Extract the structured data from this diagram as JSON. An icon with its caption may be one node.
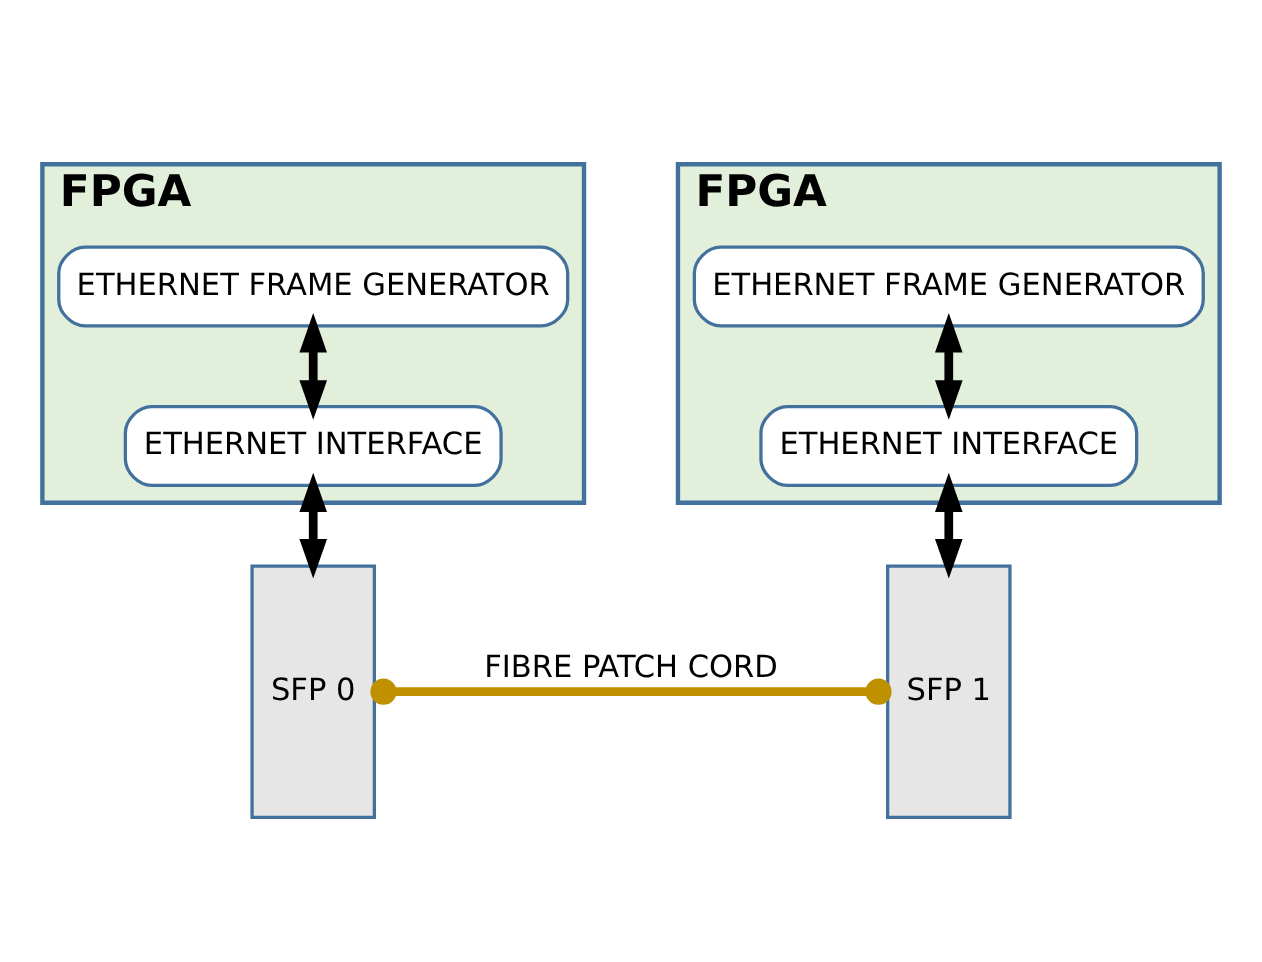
{
  "diagram": {
    "nodes": [
      {
        "text": [
          "FPGA"
        ]
      },
      {
        "text": [
          "ETHERNET FRAME GENERATOR"
        ],
        "in": 0
      },
      {
        "text": [
          "ETHERNET INTERFACE"
        ],
        "in": 0
      },
      {
        "text": [
          "FPGA"
        ]
      },
      {
        "text": [
          "ETHERNET FRAME GENERATOR"
        ],
        "in": 3
      },
      {
        "text": [
          "ETHERNET INTERFACE"
        ],
        "in": 3
      },
      {
        "text": [
          "SFP 0"
        ]
      },
      {
        "text": [
          "SFP 1"
        ]
      }
    ],
    "edges": [
      {
        "from": 1,
        "to": 2,
        "arrow": "both"
      },
      {
        "from": 2,
        "to": 6,
        "arrow": "both"
      },
      {
        "from": 4,
        "to": 5,
        "arrow": "both"
      },
      {
        "from": 5,
        "to": 7,
        "arrow": "both"
      },
      {
        "from": 6,
        "to": 7,
        "arrow": "other",
        "label": "FIBRE PATCH CORD",
        "color": "#bf9000"
      }
    ]
  }
}
